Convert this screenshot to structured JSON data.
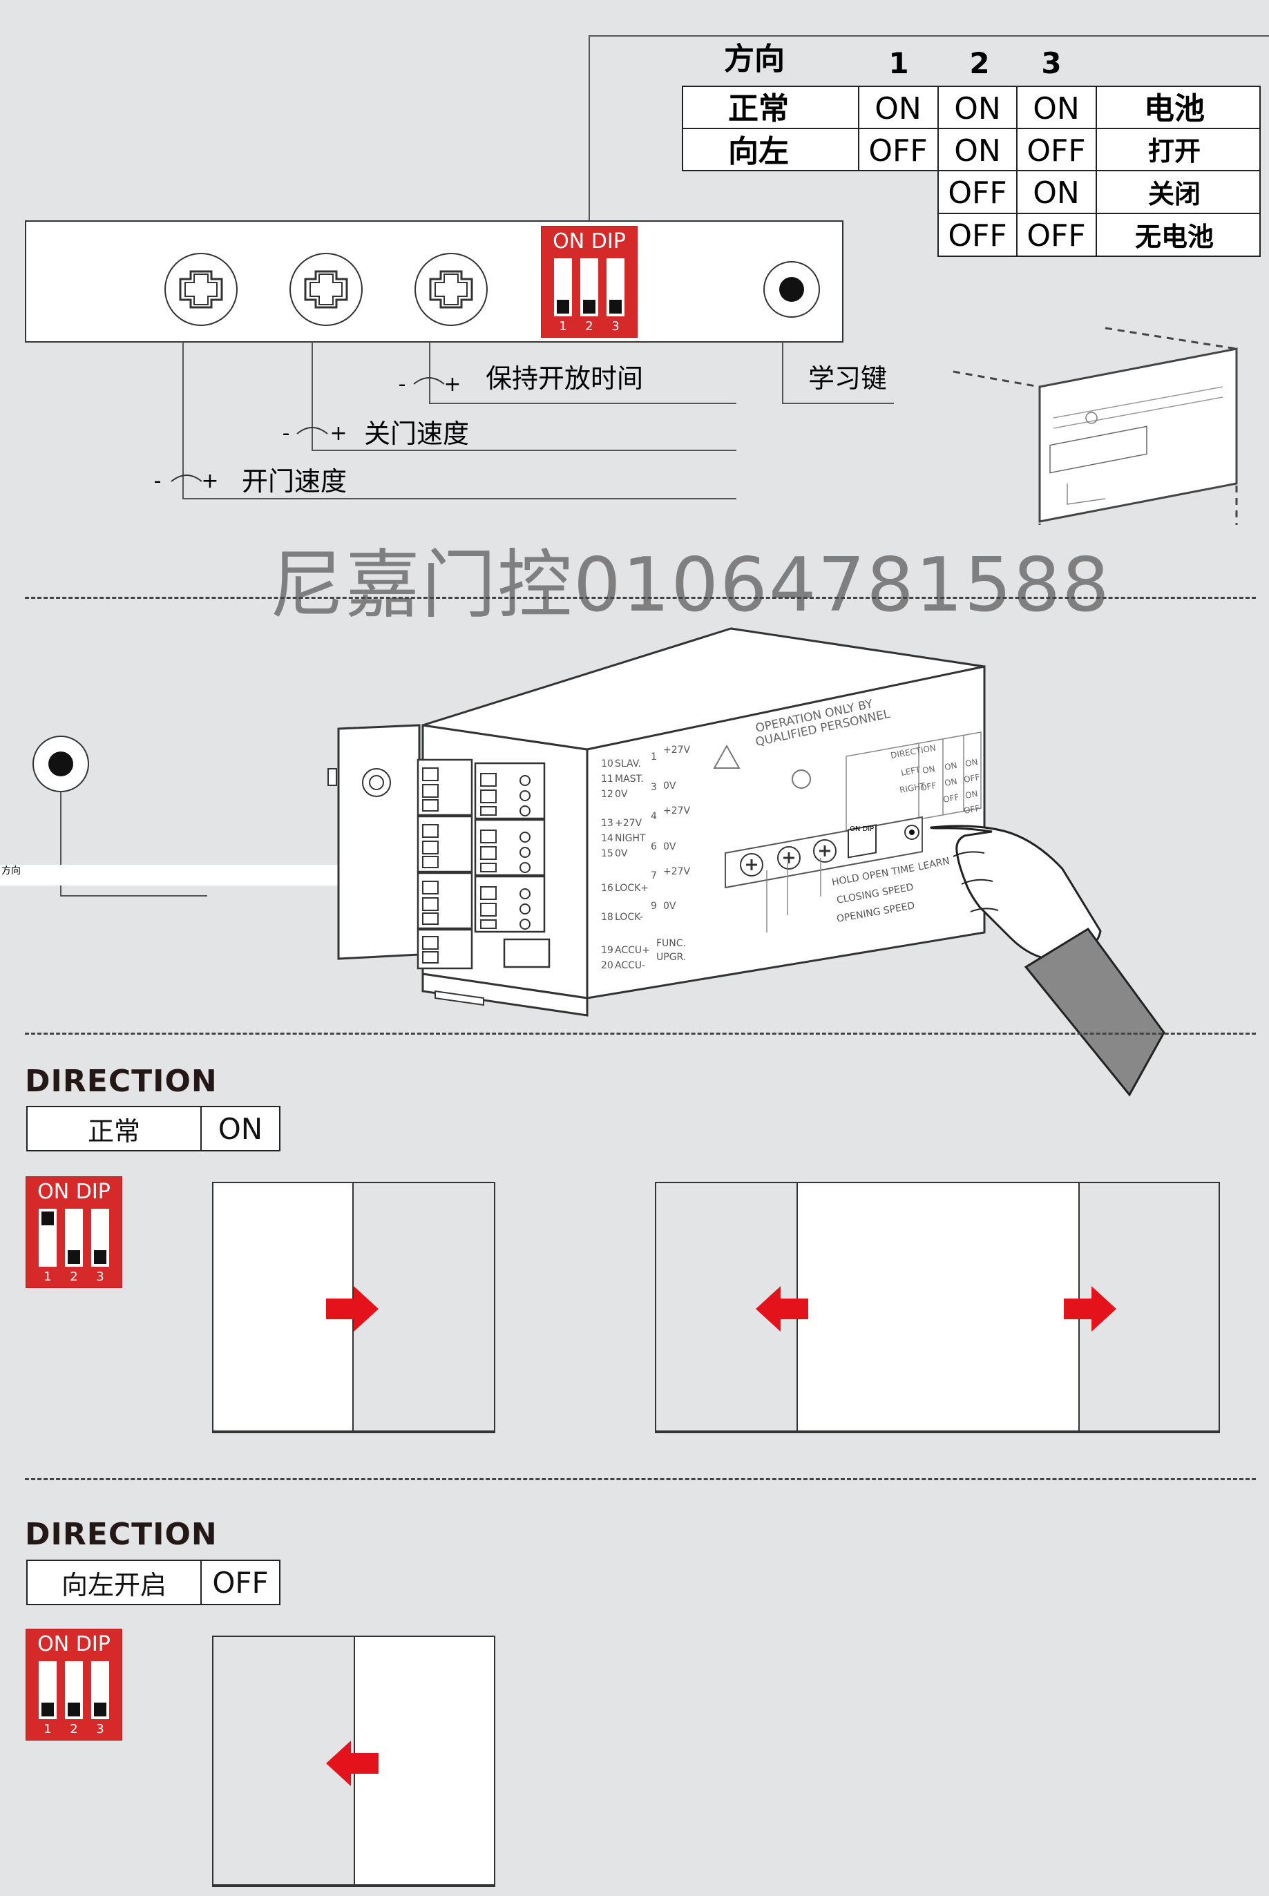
{
  "dip_table": {
    "header": [
      "方向",
      "1",
      "2",
      "3"
    ],
    "rows": [
      {
        "label": "正常",
        "c1": "ON",
        "c2": "ON",
        "c3": "ON",
        "c4": "电池"
      },
      {
        "label": "向左",
        "c1": "OFF",
        "c2": "ON",
        "c3": "OFF",
        "c4": "打开"
      },
      {
        "c2": "OFF",
        "c3": "ON",
        "c4": "关闭"
      },
      {
        "c2": "OFF",
        "c3": "OFF",
        "c4": "无电池"
      }
    ]
  },
  "control_panel": {
    "dip_label": "ON DIP",
    "dip_numbers": [
      "1",
      "2",
      "3"
    ],
    "minus": "-",
    "plus": "+",
    "callouts": {
      "hold_open_time": "保持开放时间",
      "closing_speed": "关门速度",
      "opening_speed": "开门速度",
      "learn_key": "学习键"
    }
  },
  "watermark": "尼嘉门控01064781588",
  "unit_label": {
    "warning": "OPERATION ONLY BY",
    "warning2": "QUALIFIED PERSONNEL",
    "terminals_left": [
      "SLAV.",
      "MAST.",
      "0V",
      "+27V",
      "NIGHT",
      "0V",
      "LOCK+",
      "LOCK-",
      "ACCU+",
      "ACCU-"
    ],
    "terminal_numbers_left": [
      "10",
      "11",
      "12",
      "13",
      "14",
      "15",
      "16",
      "18",
      "19",
      "20"
    ],
    "terminals_mid": [
      "+27V",
      "0V",
      "+27V",
      "0V",
      "+27V",
      "0V"
    ],
    "terminal_numbers_mid": [
      "1",
      "3",
      "4",
      "6",
      "7",
      "9"
    ],
    "func": "FUNC.",
    "upgr": "UPGR.",
    "direction": "DIRECTION",
    "left": "LEFT",
    "right": "RIGHT",
    "on": "ON",
    "off": "OFF",
    "hold_open_time": "HOLD OPEN TIME",
    "closing_speed": "CLOSING SPEED",
    "opening_speed": "OPENING SPEED",
    "learn": "LEARN",
    "dip": "ON DIP",
    "side_label": "方向"
  },
  "sections": [
    {
      "title": "DIRECTION",
      "state_label": "正常",
      "state_value": "ON",
      "dip_label": "ON DIP",
      "dip_numbers": [
        "1",
        "2",
        "3"
      ],
      "dip_switch_positions": [
        "up",
        "down",
        "down"
      ]
    },
    {
      "title": "DIRECTION",
      "state_label": "向左开启",
      "state_value": "OFF",
      "dip_label": "ON DIP",
      "dip_numbers": [
        "1",
        "2",
        "3"
      ],
      "dip_switch_positions": [
        "down",
        "down",
        "down"
      ]
    }
  ],
  "colors": {
    "background": "#e3e4e6",
    "dip_red": "#d62a2a",
    "arrow_red": "#e3121b",
    "line": "#333333"
  }
}
